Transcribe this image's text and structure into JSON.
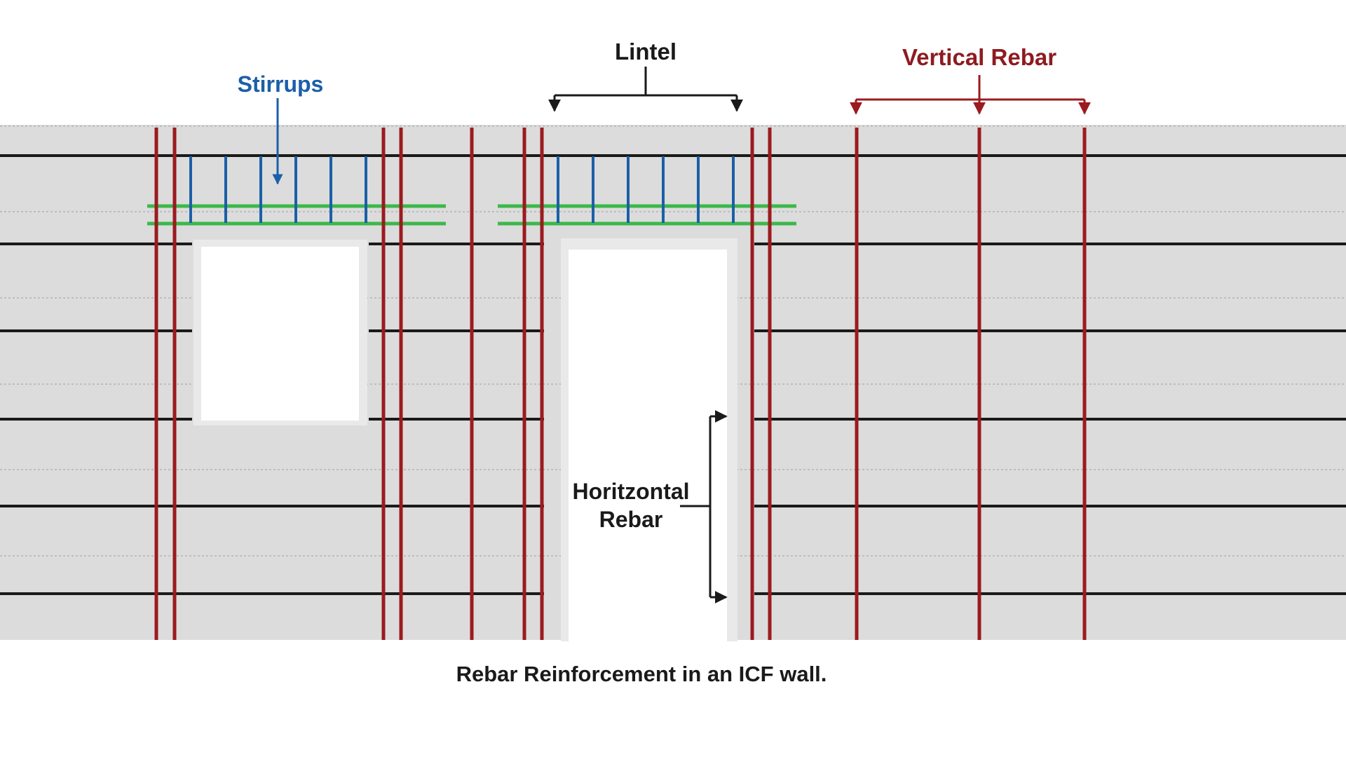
{
  "labels": {
    "stirrups": "Stirrups",
    "lintel": "Lintel",
    "vertical_rebar": "Vertical Rebar",
    "horizontal_rebar_line1": "Horitzontal",
    "horizontal_rebar_line2": "Rebar",
    "caption": "Rebar Reinforcement in an ICF wall."
  },
  "colors": {
    "wall": "#dcdcdc",
    "wall_seam": "#bdbdbd",
    "opening": "#ffffff",
    "frame": "#e9e9e9",
    "vertical_rebar": "#9b1b1f",
    "horizontal_rebar": "#1a1a1a",
    "stirrup": "#1b5fa8",
    "lintel_bar": "#3cb84a",
    "stirrups_label": "#1b5fa8",
    "vertical_label": "#8e1b20",
    "text": "#1a1a1a",
    "pointer": "#1a1a1a"
  },
  "icons": {
    "window": "window-opening-icon",
    "door": "door-opening-icon"
  }
}
